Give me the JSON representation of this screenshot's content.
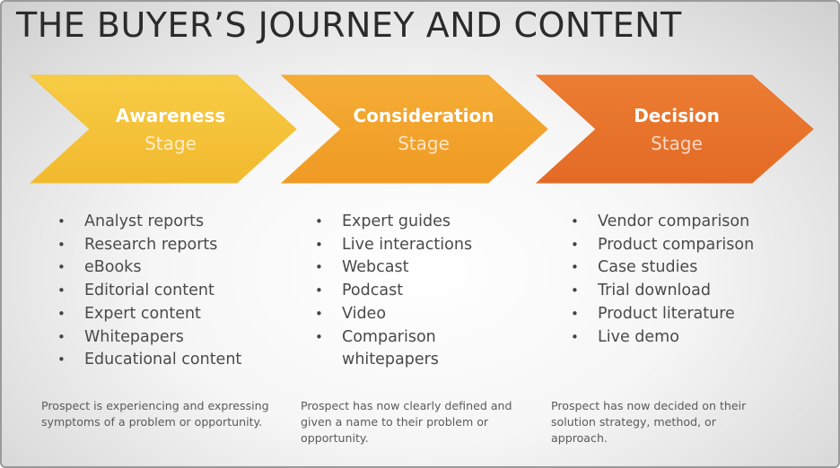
{
  "title": "THE BUYER’S JOURNEY AND CONTENT",
  "colors": {
    "awareness": "#F4C237",
    "consideration": "#F2A12A",
    "decision": "#E8712A"
  },
  "stages": [
    {
      "name": "Awareness",
      "sub": "Stage",
      "items": [
        "Analyst reports",
        "Research reports",
        "eBooks",
        "Editorial content",
        "Expert content",
        "Whitepapers",
        "Educational content"
      ],
      "description": "Prospect is experiencing and expressing symptoms of a problem or opportunity."
    },
    {
      "name": "Consideration",
      "sub": "Stage",
      "items": [
        "Expert guides",
        "Live interactions",
        "Webcast",
        "Podcast",
        "Video",
        "Comparison whitepapers"
      ],
      "description": "Prospect has now clearly defined and given a name to their problem or opportunity."
    },
    {
      "name": "Decision",
      "sub": "Stage",
      "items": [
        "Vendor comparison",
        "Product comparison",
        "Case studies",
        "Trial download",
        "Product literature",
        "Live demo"
      ],
      "description": "Prospect has now decided on their solution strategy, method, or approach."
    }
  ]
}
